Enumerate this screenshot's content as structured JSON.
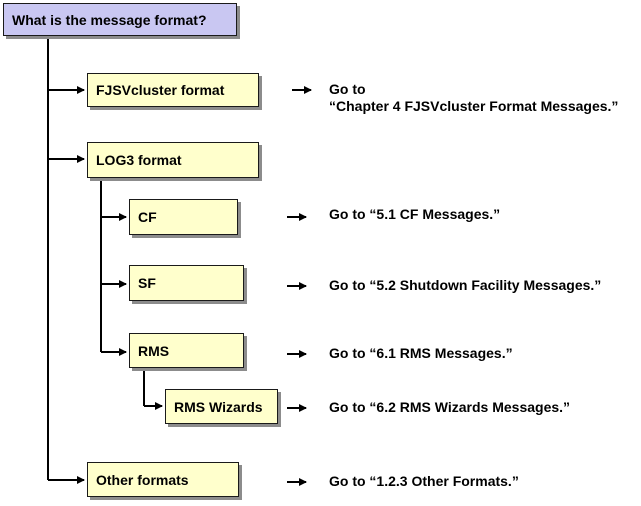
{
  "root": {
    "label": "What is the message format?"
  },
  "nodes": {
    "fjsv": {
      "label": "FJSVcluster  format",
      "goto_line1": "Go to",
      "goto_line2": "“Chapter 4 FJSVcluster Format Messages.”"
    },
    "log3": {
      "label": "LOG3 format"
    },
    "cf": {
      "label": "CF",
      "goto": "Go to “5.1 CF Messages.”"
    },
    "sf": {
      "label": "SF",
      "goto": "Go to “5.2 Shutdown Facility Messages.”"
    },
    "rms": {
      "label": "RMS",
      "goto": "Go to “6.1 RMS Messages.”"
    },
    "rms_wizards": {
      "label": "RMS Wizards",
      "goto": "Go to “6.2 RMS Wizards Messages.”"
    },
    "other": {
      "label": "Other formats",
      "goto": "Go to “1.2.3 Other Formats.”"
    }
  },
  "colors": {
    "root_fill": "#c9c7f2",
    "node_fill": "#ffffcc",
    "line": "#000000",
    "shadow": "#8c8c8c"
  }
}
